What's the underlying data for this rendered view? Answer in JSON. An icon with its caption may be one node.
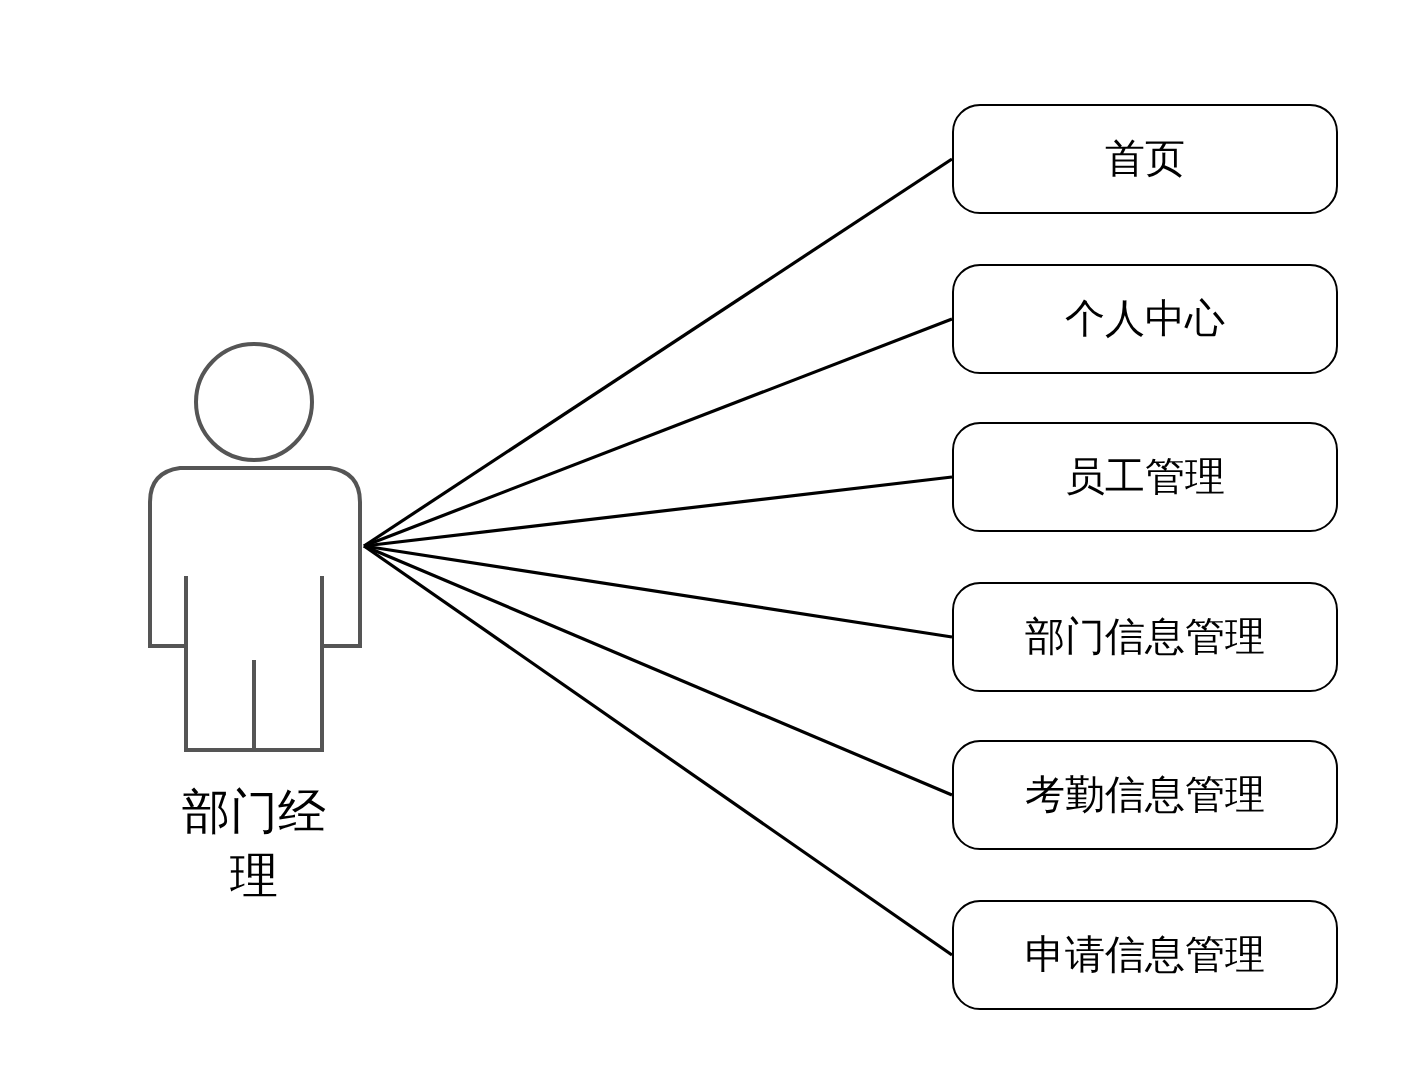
{
  "diagram": {
    "nodes": [
      {
        "text": [
          "部门经理"
        ]
      },
      {
        "text": [
          "首页"
        ]
      },
      {
        "text": [
          "个人中心"
        ]
      },
      {
        "text": [
          "员工管理"
        ]
      },
      {
        "text": [
          "部门信息管理"
        ]
      },
      {
        "text": [
          "考勤信息管理"
        ]
      },
      {
        "text": [
          "申请信息管理"
        ]
      }
    ],
    "edges": [
      {
        "from": 0,
        "to": 1,
        "arrow": "none"
      },
      {
        "from": 0,
        "to": 2,
        "arrow": "none"
      },
      {
        "from": 0,
        "to": 3,
        "arrow": "none"
      },
      {
        "from": 0,
        "to": 4,
        "arrow": "none"
      },
      {
        "from": 0,
        "to": 5,
        "arrow": "none"
      },
      {
        "from": 0,
        "to": 6,
        "arrow": "none"
      }
    ]
  }
}
